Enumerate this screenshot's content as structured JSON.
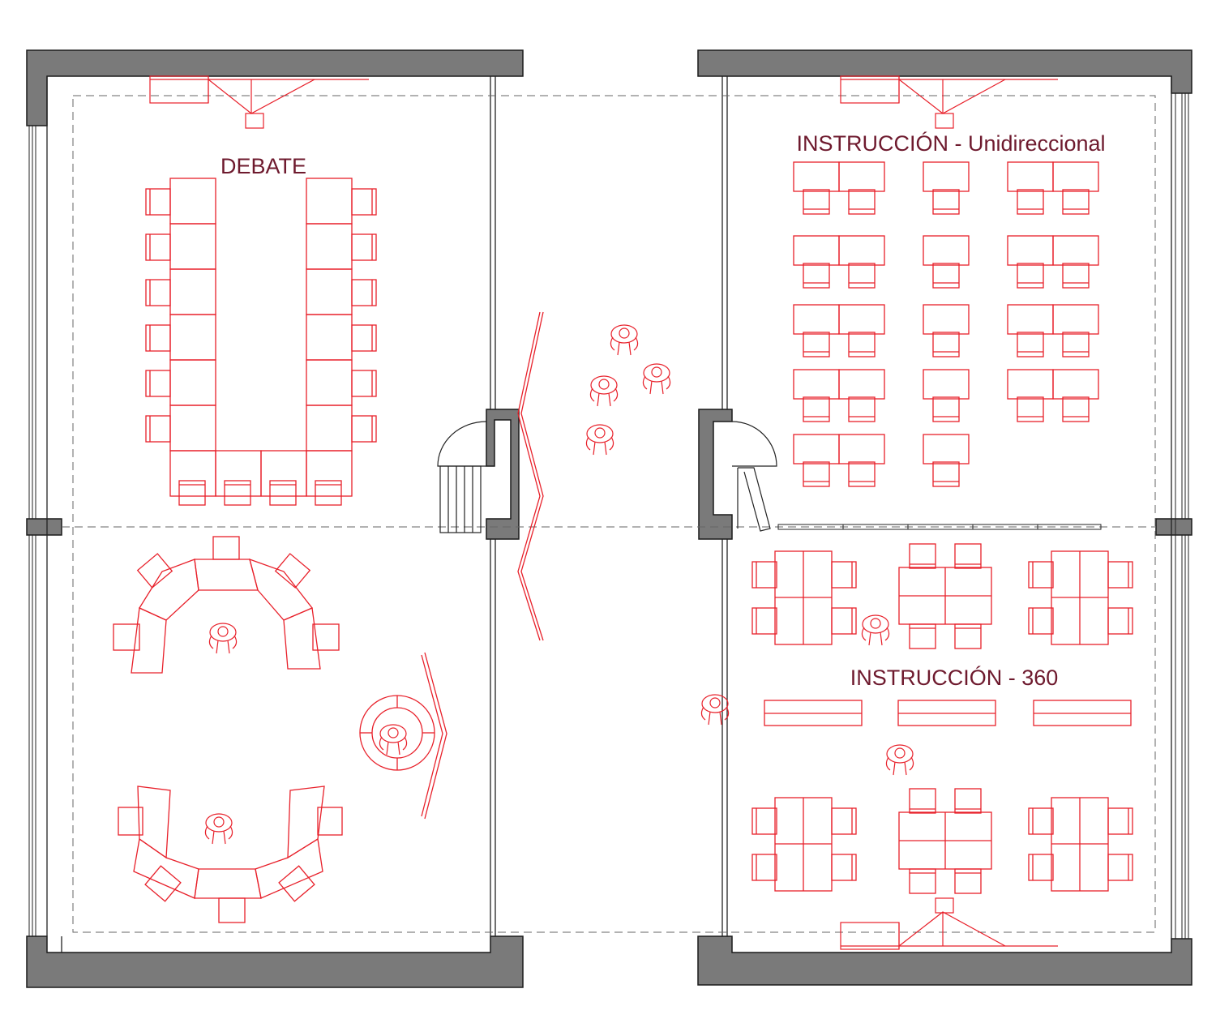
{
  "labels": {
    "debate": "DEBATE",
    "unidirectional": "INSTRUCCIÓN - Unidireccional",
    "instruction_360": "INSTRUCCIÓN - 360"
  },
  "colors": {
    "wall": "#7a7a7a",
    "wall_stroke": "#1a1a1a",
    "line": "#222222",
    "furniture": "#e8202a",
    "label": "#6e1a2e",
    "dash": "#666666"
  }
}
